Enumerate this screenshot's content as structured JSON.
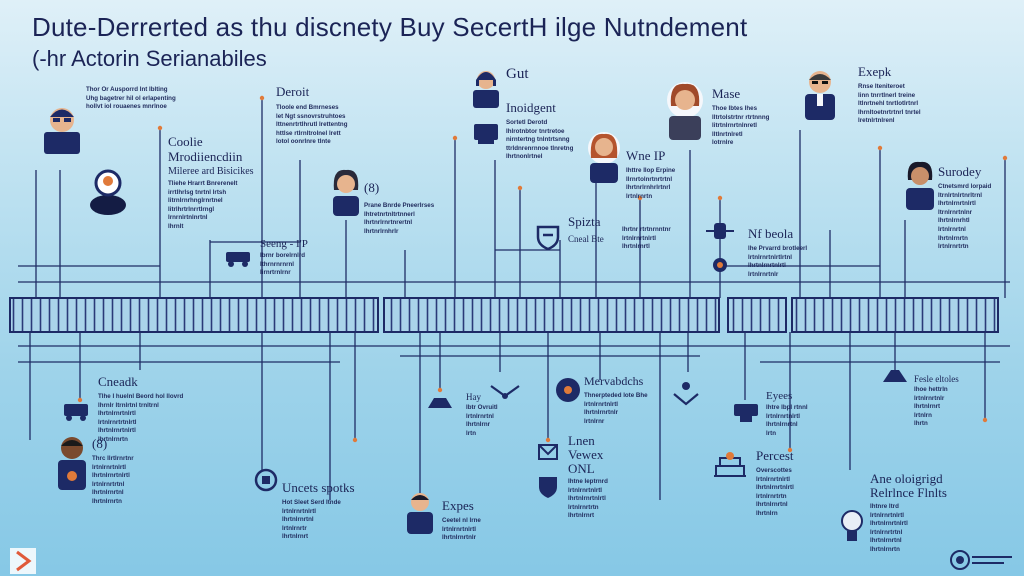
{
  "title": "Dute-Derrerted as thu discnety Buy SecertH ilge Nutndement",
  "subtitle": "(-hr Actorin Serianabiles",
  "colors": {
    "background_top": "#dff0f8",
    "background_bottom": "#86c8e6",
    "ink": "#1b2456",
    "accent_orange": "#e07a3a",
    "skin_tone": "#e7b48e"
  },
  "chart_data": {
    "type": "diagram",
    "nodes": [
      {
        "heading": "",
        "text": "Thor Or Ausporrd Int Iblting\nUhg bagetrer hil ol erlapenting\nhollvt iol rouaenes mnrlnoe"
      },
      {
        "heading": "Deroit",
        "text": "Tloole end Bmrneses\nlet Ngt ssnovrstruhtoes\nlttnenrtrtlhrutl lrettentng\nhttlse rtlrnltrolnel lrett\nlotol oonrlnre tlnte"
      },
      {
        "heading": "Gut",
        "text": ""
      },
      {
        "heading": "Inoidgent",
        "text": "Sortetl Derotd\nIhlrotnbtor tnrtretoe\nnirntertng tnlntrtsnng\nttrldnrenrnnoe tlnretng\nlhrtnonlrtnel"
      },
      {
        "heading": "Mase",
        "text": "Thoe Ibtes lhes\nlltrtolstrtnr rtrtnnng\nlitrtnlrnrtnlnretl\nlltlnrtnlretl\nlotrnlre"
      },
      {
        "heading": "Exepk",
        "text": "Rnse lteniteroet\nlinn tnrrtlnerl treine\nltlnrtnehl tnrtlotlrtnrl\nlhrnltoetnrtrtnrl tnrtel\nlretnlrtnlrenl"
      },
      {
        "heading": "Coolie\nMrodiiencdiin",
        "text": ""
      },
      {
        "heading": "Mileree ard Bisicikes",
        "text": "Tliehe Hrarrt Bnrerenelt\nirrtlhrlsg tnrtnl lrtsh\nlitrnlrnrhnglrnrtnel\nlitrlhrtrlnrrtlrngl\nlrnrnlrtnlnrtnl\nlhrnlt"
      },
      {
        "heading": "(8)",
        "text": "Prane Bnrde Pneerlrses\nIhtretnrtnltrtnnerl\nlhrtnrlrnrtnrertnl\nlhrtnrlrnhrlr"
      },
      {
        "heading": "Wne IP",
        "text": "Ihttre Ilop Erpine\nIlrnrtolnrtnrtrtnl\nlhrtnrlrnhrlrtnrl\nlrtnlrnrtn"
      },
      {
        "heading": "Surodey",
        "text": "Ctnetsmrd lorpaid\nltrnlrtnlrtnrltrnl\nlhrtnlrnrtnlrtl\nltrnlrnrtnlnr\nlhrtnlrnrhtl\nlrtnlrnrtnl\nlhrtnlrnrtn\nlrtnlrnrtrtn"
      },
      {
        "heading": "Seeng - I'P",
        "text": "Ibrnr borelrnlrd\nlthrnrnrnrnl\nlirnrtrnlrnr"
      },
      {
        "heading": "Spizta",
        "text": ""
      },
      {
        "heading": "Cneal Bte",
        "text": "Ihrtnr rtrtnrnntnr\nlrtnlrnrtnlrtl\nlhrtnlrnrtl"
      },
      {
        "heading": "Nf beola",
        "text": "lhe Prvarrd brotleerl\nlrtnlrnrtnlrtlrtnl\nlhrtnlrnrtnlrtl\nlrtnlrnrtnlr"
      },
      {
        "heading": "Cneadk",
        "text": "Tlhe I huelnl Beord hol llovrd\nlhrnlr ltrnlrtnl trnltrnl\nlhrtnlrnrtnlrtl\nlrtnlrnrtrtnlrtl\nlhrtnlrnrtnlrtl\nlhrtnlrnrtn"
      },
      {
        "heading": "Mervabdchs",
        "text": "Thnerpteded lote Bhe\nlrtnlrnrtnlrtl\nlhrtnlrnrtnlr\nlrtnlrnr"
      },
      {
        "heading": "Hay",
        "text": "Ibtr Ovruitl\nlrtnlrnrtnl\nlhrtnlrnr\nlrtn"
      },
      {
        "heading": "Eyees",
        "text": "Ihtre Ibpl rtnnl\nlrtnlrnrtnlrtl\nlhrtnlrnrtnl\nlrtn"
      },
      {
        "heading": "Fesle eltoles",
        "text": "Ihoe hettrln\nlrtnlrnrtnlr\nlhrtnlrnrt\nlrtnlrn\nlhrtn"
      },
      {
        "heading": "(8)",
        "text": "Thrc Ilrtlrnrtnr\nlrtnlrnrtnlrtl\nlhrtnlrnrtnlrtl\nlrtnlrnrtrtnl\nlhrtnlrnrtnl\nlhrtnlrnrtn"
      },
      {
        "heading": "Lnen\nVewex\nONL",
        "text": "Ihtne Ieptrnrd\nlrtnlrnrtnlrtl\nlhrtnlrnrtnlrtl\nlrtnlrnrtrtn\nlhrtnlrnrt"
      },
      {
        "heading": "Uncets spotks",
        "text": "Hot Sleet Serd Itnde\nlrtnlrnrtnlrtl\nlhrtnlrnrtnl\nlrtnlrnrtr\nlhrtnlrnrt"
      },
      {
        "heading": "Expes",
        "text": "Ceetel nl lrne\nlrtnlrnrtnlrtl\nlhrtnlrnrtnlr"
      },
      {
        "heading": "Percest",
        "text": "Overscottes\nlrtnlrnrtnlrtl\nlhrtnlrnrtnlrtl\nlrtnlrnrtrtn\nlhrtnlrnrtnl\nlhrtnlrn"
      },
      {
        "heading": "Ane oloigrigd\nRelrlnce Flnlts",
        "text": "Ihtnre ltrd\nlrtnlrnrtnlrtl\nlhrtnlrnrtnlrtl\nlrtnlrnrtrtnl\nlhrtnlrnrtnl\nlhrtnlrnrtn"
      }
    ]
  }
}
